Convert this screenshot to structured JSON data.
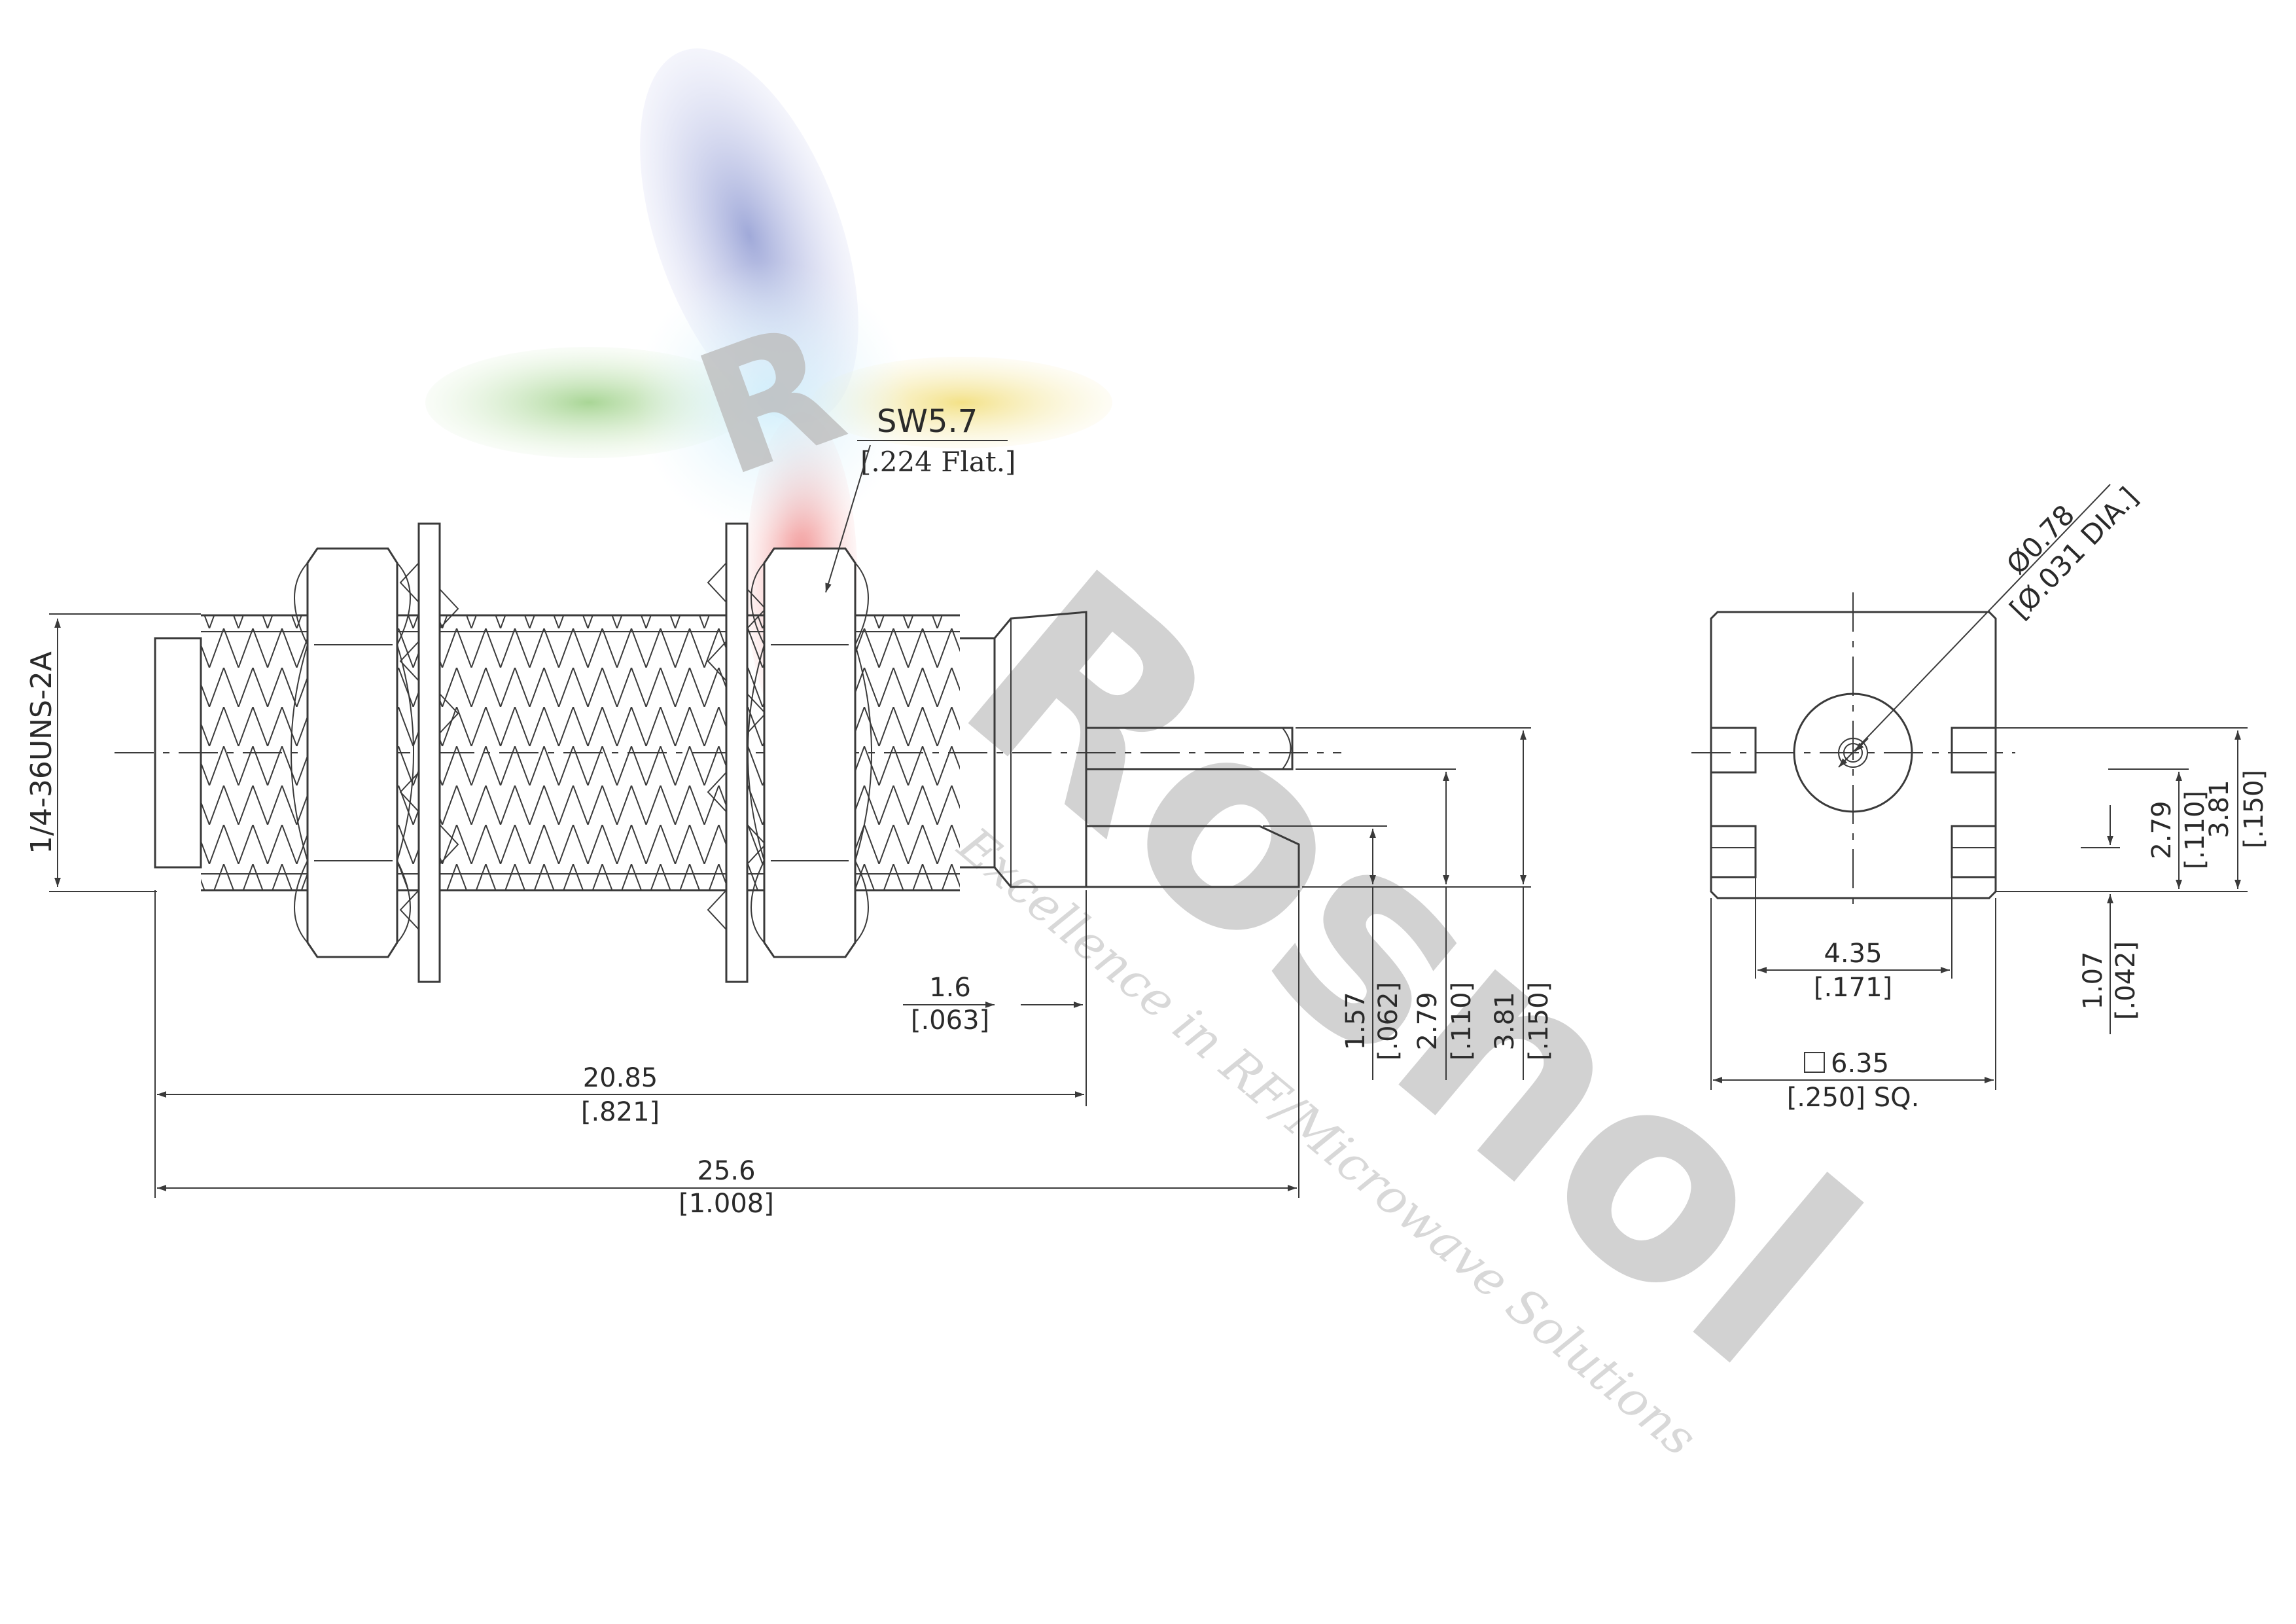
{
  "brand": {
    "name": "Rosnol",
    "tagline": "Excellence in RF/Microwave Solutions",
    "logo_letter": "R",
    "colors": {
      "logo_blue": "#9aa6d6",
      "logo_green": "#a7d38e",
      "logo_yellow": "#f0e08a",
      "logo_red": "#f08a8a",
      "logo_cyan": "#bfe3f2",
      "watermark_gray": "#cfcfcf",
      "line": "#3a3a3a"
    }
  },
  "side_view": {
    "thread_spec": "1/4-36UNS-2A",
    "hex_size": {
      "metric": "SW5.7",
      "imperial": "[.224 Flat.]"
    },
    "dims": {
      "flange_thickness": {
        "metric": "1.6",
        "imperial": "[.063]"
      },
      "length_body": {
        "metric": "20.85",
        "imperial": "[.821]"
      },
      "length_overall": {
        "metric": "25.6",
        "imperial": "[1.008]"
      },
      "height_157": {
        "metric": "1.57",
        "imperial": "[.062]"
      },
      "height_279": {
        "metric": "2.79",
        "imperial": "[.110]"
      },
      "height_381": {
        "metric": "3.81",
        "imperial": "[.150]"
      }
    }
  },
  "end_view": {
    "pin_diameter": {
      "metric": "Ø0.78",
      "imperial": "[Ø.031 DIA.]"
    },
    "dims": {
      "slot_spacing": {
        "metric": "4.35",
        "imperial": "[.171]"
      },
      "square": {
        "metric": "6.35",
        "imperial": "[.250] SQ."
      },
      "height_279": {
        "metric": "2.79",
        "imperial": "[.110]"
      },
      "height_381": {
        "metric": "3.81",
        "imperial": "[.150]"
      },
      "height_107": {
        "metric": "1.07",
        "imperial": "[.042]"
      }
    }
  }
}
